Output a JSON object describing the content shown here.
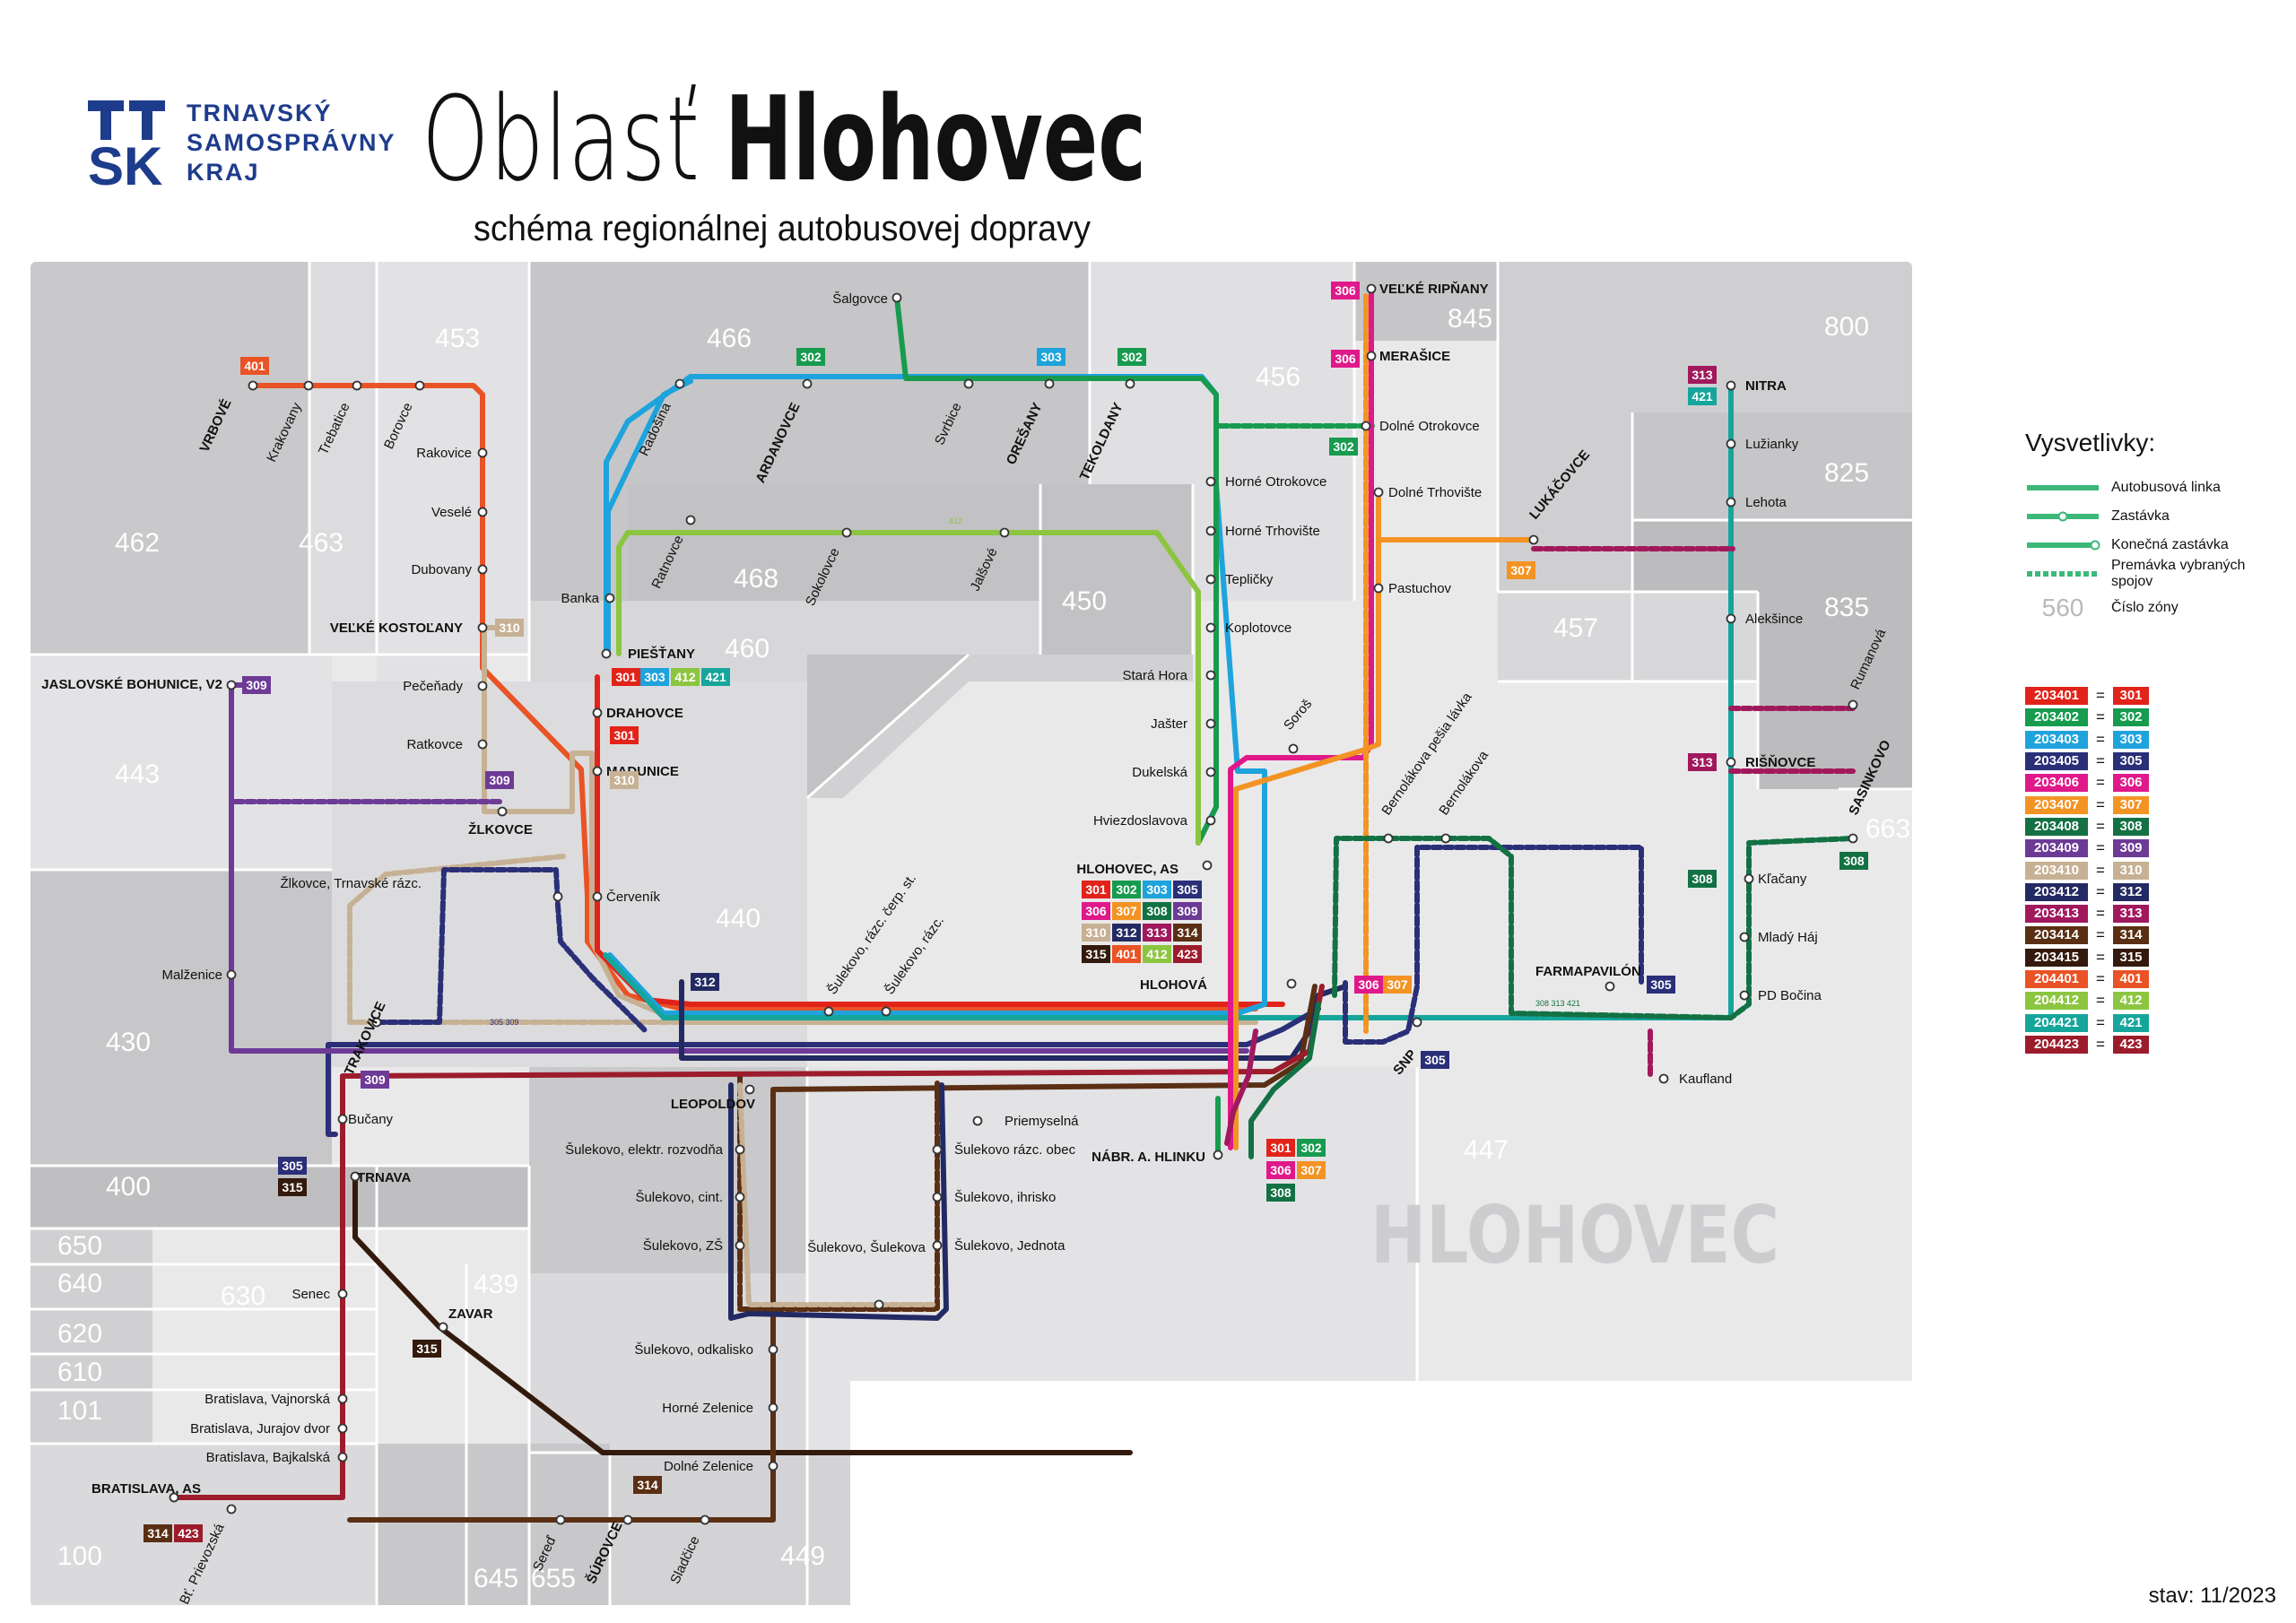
{
  "header": {
    "org_line1": "TRNAVSKÝ",
    "org_line2": "SAMOSPRÁVNY",
    "org_line3": "KRAJ",
    "logo_letters": "TT SK",
    "title_light": "Oblasť",
    "title_bold": "Hlohovec",
    "subtitle": "schéma regionálnej autobusovej dopravy"
  },
  "status": "stav: 11/2023",
  "watermark": "HLOHOVEC",
  "colors": {
    "301": "#e2231a",
    "302": "#179b4f",
    "303": "#1ea3dc",
    "305": "#2a2f78",
    "306": "#e0198a",
    "307": "#f39324",
    "308": "#137144",
    "309": "#6d3a96",
    "310": "#c7b194",
    "312": "#232a63",
    "313": "#a1195d",
    "314": "#5a2f14",
    "315": "#341a0c",
    "401": "#e95325",
    "412": "#8cc540",
    "421": "#16a59b",
    "423": "#9c1c2c",
    "legend_green": "#3cb879",
    "zone_bg": "#d4d4d6"
  },
  "zones": [
    "462",
    "463",
    "453",
    "466",
    "456",
    "845",
    "800",
    "825",
    "835",
    "457",
    "468",
    "450",
    "460",
    "443",
    "440",
    "430",
    "400",
    "650",
    "640",
    "630",
    "620",
    "610",
    "101",
    "100",
    "439",
    "645",
    "655",
    "449",
    "447",
    "663"
  ],
  "stops": {
    "north_west": [
      "VRBOVÉ",
      "Krakovany",
      "Trebatice",
      "Borovce",
      "Rakovice",
      "Veselé",
      "Dubovany",
      "VEĽKÉ KOSTOĽANY",
      "Pečeňady",
      "Ratkovce",
      "ŽLKOVCE",
      "JASLOVSKÉ BOHUNICE, V2"
    ],
    "north": [
      "Šalgovce",
      "Radošina",
      "ARDANOVCE",
      "Svrbice",
      "OREŠANY",
      "TEKOLDANY",
      "Banka",
      "Ratnovce",
      "Sokolovce",
      "Jalšové",
      "PIEŠŤANY",
      "DRAHOVCE",
      "MADUNICE",
      "Červeník",
      "Žlkovce, Trnavské rázc.",
      "TRAKOVICE",
      "Malženice"
    ],
    "east": [
      "VEĽKÉ RIPŇANY",
      "MERAŠICE",
      "Dolné Otrokovce",
      "Dolné Trhovište",
      "Pastuchov",
      "LUKÁČOVCE",
      "Horné Otrokovce",
      "Horné Trhovište",
      "Tepličky",
      "Koplotovce",
      "Stará Hora",
      "Jašter",
      "Dukelská",
      "Hviezdoslavova",
      "Soroš",
      "HLOHOVEC, AS",
      "HLOHOVÁ",
      "Bernolákova pešia lávka",
      "Bernolákova",
      "FARMAPAVILÓN",
      "SNP",
      "NÁBR. A. HLINKU",
      "Kaufland"
    ],
    "far_east": [
      "NITRA",
      "Lužianky",
      "Lehota",
      "Alekšince",
      "Rumanová",
      "RIŠŇOVCE",
      "SASINKOVO",
      "Kľačany",
      "Mladý Háj",
      "PD Bočina"
    ],
    "south": [
      "Šulekovo, rázc. čerp. st.",
      "Šulekovo, rázc.",
      "LEOPOLDOV",
      "Priemyselná",
      "Šulekovo, elektr. rozvodňa",
      "Šulekovo rázc. obec",
      "Šulekovo, cint.",
      "Šulekovo, ihrisko",
      "Šulekovo, ZŠ",
      "Šulekovo, Jednota",
      "Šulekovo, Šulekova",
      "Šulekovo, odkalisko",
      "Horné Zelenice",
      "Dolné Zelenice",
      "ŠÚROVCE",
      "Sladčice",
      "Sereď",
      "ZAVAR",
      "Bučany",
      "TRNAVA",
      "Senec",
      "Bratislava, Vajnorská",
      "Bratislava, Jurajov dvor",
      "Bratislava, Bajkalská",
      "BRATISLAVA, AS",
      "Bť. Prievozská"
    ]
  },
  "hub_routes": [
    "301",
    "302",
    "303",
    "305",
    "306",
    "307",
    "308",
    "309",
    "310",
    "312",
    "313",
    "314",
    "315",
    "401",
    "412",
    "423"
  ],
  "small_labels": {
    "mini_305_309": "305 309",
    "mini_308_313_421": "308 313 421",
    "mini_412": "412"
  },
  "legend": {
    "title": "Vysvetlivky:",
    "items": [
      {
        "label": "Autobusová linka",
        "kind": "line"
      },
      {
        "label": "Zastávka",
        "kind": "stop"
      },
      {
        "label": "Konečná zastávka",
        "kind": "terminal"
      },
      {
        "label": "Premávka vybraných spojov",
        "kind": "dashed"
      },
      {
        "label": "Číslo zóny",
        "kind": "zone",
        "sample": "560"
      }
    ]
  },
  "code_table": [
    {
      "code": "203401",
      "line": "301"
    },
    {
      "code": "203402",
      "line": "302"
    },
    {
      "code": "203403",
      "line": "303"
    },
    {
      "code": "203405",
      "line": "305"
    },
    {
      "code": "203406",
      "line": "306"
    },
    {
      "code": "203407",
      "line": "307"
    },
    {
      "code": "203408",
      "line": "308"
    },
    {
      "code": "203409",
      "line": "309"
    },
    {
      "code": "203410",
      "line": "310"
    },
    {
      "code": "203412",
      "line": "312"
    },
    {
      "code": "203413",
      "line": "313"
    },
    {
      "code": "203414",
      "line": "314"
    },
    {
      "code": "203415",
      "line": "315"
    },
    {
      "code": "204401",
      "line": "401"
    },
    {
      "code": "204412",
      "line": "412"
    },
    {
      "code": "204421",
      "line": "421"
    },
    {
      "code": "204423",
      "line": "423"
    }
  ]
}
